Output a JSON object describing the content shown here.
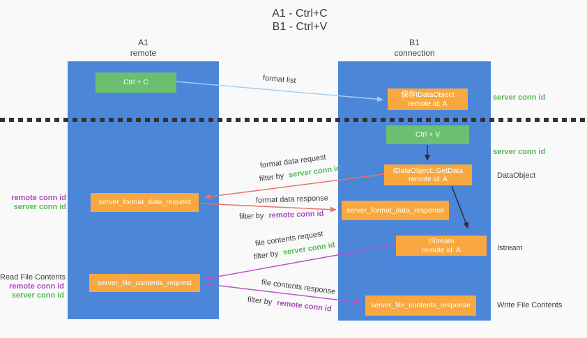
{
  "title": {
    "line1": "A1 - Ctrl+C",
    "line2": "B1 - Ctrl+V"
  },
  "columns": {
    "a": {
      "id": "A1",
      "subtitle": "remote"
    },
    "b": {
      "id": "B1",
      "subtitle": "connection"
    }
  },
  "nodes": {
    "ctrl_c": {
      "label": "Ctrl + C"
    },
    "save_dataobject": {
      "line1": "保存IDataObject",
      "line2": "remote id: A"
    },
    "ctrl_v": {
      "label": "Ctrl + V"
    },
    "getdata": {
      "line1": "IDataObject::GetData",
      "line2": "remote id: A"
    },
    "format_request": {
      "label": "server_format_data_request"
    },
    "format_response": {
      "label": "server_format_data_response"
    },
    "istream": {
      "line1": "IStream",
      "line2": "remote id: A"
    },
    "file_request": {
      "label": "server_file_contents_request"
    },
    "file_response": {
      "label": "server_file_contents_response"
    }
  },
  "arrow_labels": {
    "format_list": "format list",
    "format_data_request": "format data request",
    "format_data_response": "format data response",
    "file_contents_request": "file contents request",
    "file_contents_response": "file contents response",
    "filter_by": "filter by",
    "server_conn_id": "server conn id",
    "remote_conn_id": "remote conn id"
  },
  "side_labels": {
    "server_conn_id_1": "server conn id",
    "server_conn_id_2": "server conn id",
    "dataobject": "DataObject",
    "istream": "Istream",
    "write_file_contents": "Write File Contents",
    "read_file_contents": "Read File Contents",
    "remote_conn_id_left_1": "remote conn id",
    "server_conn_id_left_1": "server conn id",
    "remote_conn_id_left_2": "remote conn id",
    "server_conn_id_left_2": "server conn id"
  },
  "colors": {
    "background": "#f9f9f9",
    "panel_blue": "#4c86d9",
    "box_green": "#6cbe70",
    "box_orange": "#f8a83e",
    "text_dark": "#3c3c3c",
    "green_label": "#55b855",
    "purple_label": "#ad4bbd",
    "arrow_blue": "#a5cff2",
    "arrow_red": "#e8736a",
    "arrow_magenta": "#ba55c5",
    "arrow_black": "#2e2e2e",
    "dotted_line": "#333333"
  }
}
